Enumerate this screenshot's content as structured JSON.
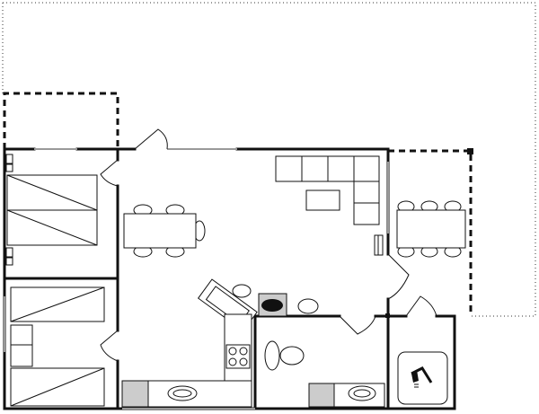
{
  "plan": {
    "kind": "floor-plan",
    "rooms": [
      "bedroom-double",
      "bedroom-bunks",
      "living-dining-kitchen",
      "bathroom",
      "shower-room",
      "covered-terrace",
      "garden"
    ],
    "colors": {
      "line": "#111111",
      "window": "#999999",
      "background": "#ffffff",
      "sink": "#cccccc"
    }
  }
}
